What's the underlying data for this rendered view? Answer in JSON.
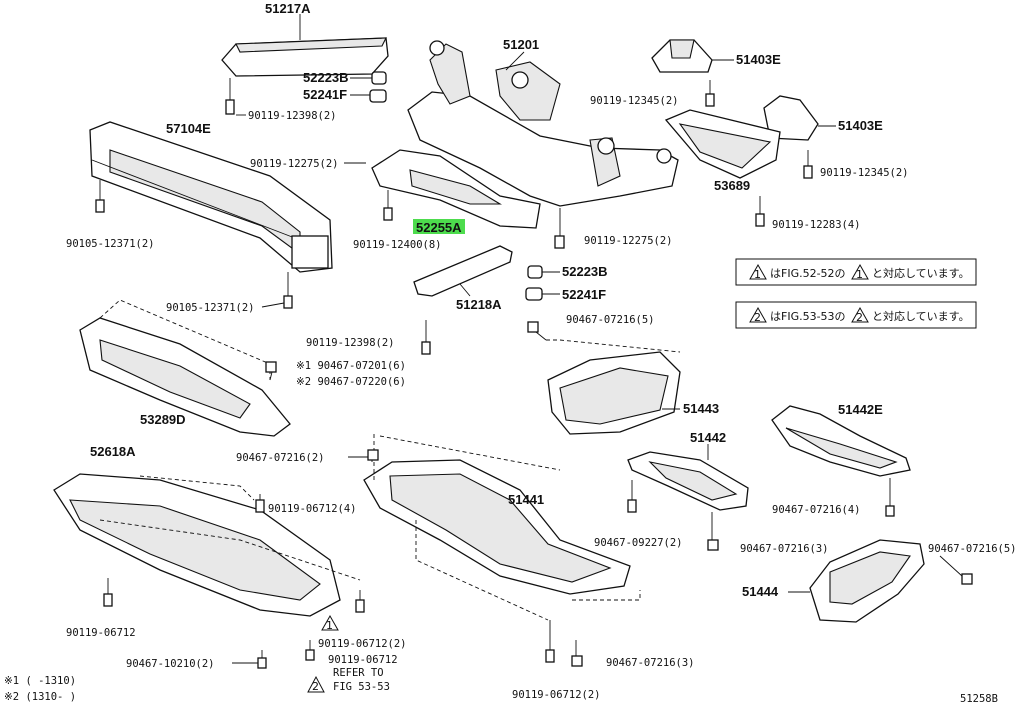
{
  "parts": {
    "p51217A": "51217A",
    "p51201": "51201",
    "p51403E_top": "51403E",
    "p51403E": "51403E",
    "p52223B_top": "52223B",
    "p52241F_top": "52241F",
    "p57104E": "57104E",
    "p53689": "53689",
    "p52255A": "52255A",
    "p52223B": "52223B",
    "p52241F": "52241F",
    "p51218A": "51218A",
    "p53289D": "53289D",
    "p51443": "51443",
    "p51442E": "51442E",
    "p51442": "51442",
    "p52618A": "52618A",
    "p51441": "51441",
    "p51444": "51444"
  },
  "fasteners": {
    "f_12398_top": "90119-12398(2)",
    "f_12275_left": "90119-12275(2)",
    "f_12345_top": "90119-12345(2)",
    "f_12345_right": "90119-12345(2)",
    "f_12283": "90119-12283(4)",
    "f_12400": "90119-12400(8)",
    "f_12275_right": "90119-12275(2)",
    "f_12371_a": "90105-12371(2)",
    "f_12371_b": "90105-12371(2)",
    "f_12398_mid": "90119-12398(2)",
    "f_07216_5a": "90467-07216(5)",
    "f_07201": "※1 90467-07201(6)",
    "f_07220": "※2 90467-07220(6)",
    "f_07216_2": "90467-07216(2)",
    "f_06712_4": "90119-06712(4)",
    "f_06712_plain_left": "90119-06712",
    "f_06712_2": "90119-06712(2)",
    "f_06712_plain": "90119-06712",
    "f_10210": "90467-10210(2)",
    "f_09227": "90467-09227(2)",
    "f_07216_3a": "90467-07216(3)",
    "f_07216_4": "90467-07216(4)",
    "f_07216_5b": "90467-07216(5)",
    "f_07216_3b": "90467-07216(3)",
    "f_06712_2b": "90119-06712(2)"
  },
  "notes": {
    "note1_num": "1",
    "note1_text_a": "はFIG.52-52の",
    "note1_text_b": "と対応しています。",
    "note2_num": "2",
    "note2_text_a": "はFIG.53-53の",
    "note2_text_b": "と対応しています。",
    "tri1": "1",
    "refer_num": "2",
    "refer_line1": "REFER TO",
    "refer_line2": "FIG 53-53"
  },
  "footnotes": {
    "fn1": "※1 (    -1310)",
    "fn2": "※2 (1310-    )"
  },
  "figure_id": "51258B"
}
